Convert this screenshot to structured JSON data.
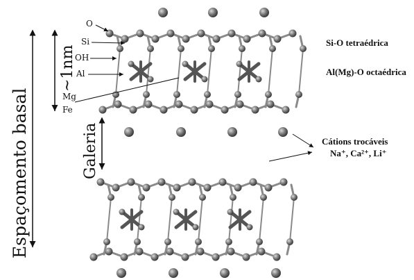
{
  "labels": {
    "basal_spacing": "Espaçomento basal",
    "nm": "~1nm",
    "gallery": "Galeria",
    "o": "O",
    "si": "Si",
    "oh": "OH",
    "al": "Al",
    "mg": "Mg",
    "fe": "Fe",
    "tetra": "Si-O tetraédrica",
    "octa": "Al(Mg)-O octaédrica",
    "cations_title": "Cátions trocáveis",
    "cations_list": "Na⁺, Ca²⁺, Li⁺"
  },
  "colors": {
    "atom": "#6e6e6e",
    "bond": "#8a8a8a",
    "octahedron": "#555555",
    "text": "#111111"
  }
}
